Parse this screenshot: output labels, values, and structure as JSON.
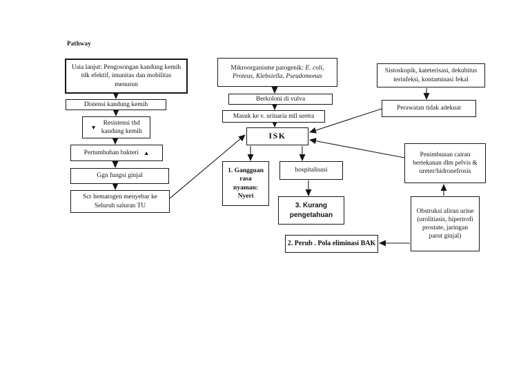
{
  "title": "Pathway",
  "colors": {
    "ink": "#111111",
    "background": "#ffffff"
  },
  "icons": {
    "triangle_down": "▼",
    "triangle_up": "▲"
  },
  "nodes": {
    "usia": {
      "text": "Usia lanjut: Pengosongan kandung kemih\ntdk efektif, imunitas dan mobilitas\nmenurun"
    },
    "distensi": {
      "text": "Distensi kandung kemih"
    },
    "resistensi": {
      "text": "Resistensi thd\nkandung kemih"
    },
    "bakteri": {
      "text": "Pertumbuhan bakteri"
    },
    "ggn": {
      "text": "Ggn fungsi ginjal"
    },
    "hematogen": {
      "text": "Scr hematogen menyebar ke\nSeluruh saluran TU"
    },
    "mikro": {
      "label": "Mikroorganisme patogenik: ",
      "species": "E. coli, Proteus, Klebsiella, Pseudomonas"
    },
    "berkoloni": {
      "text": "Berkoloni di vulva"
    },
    "masuk": {
      "text": "Masuk ke v. urinaria mll uretra"
    },
    "isk": {
      "text": "ISK"
    },
    "gangguan": {
      "text": "1. Gangguan\nrasa\nnyaman:\nNyeri"
    },
    "hospitalisasi": {
      "text": "hospitalisasi"
    },
    "kurang": {
      "text": "3. Kurang\npengetahuan"
    },
    "perub": {
      "text": "2. Perub . Pola eliminasi BAK"
    },
    "sistoskopik": {
      "text": "Sistoskopik, kateterisasi, dekubitus\nterinfeksi, kontaminasi fekal"
    },
    "perawatan": {
      "text": "Perawatan tidak adekuat"
    },
    "penimbunan": {
      "text": "Penimbunan cairan\nbertekanan dlm pelvis &\nureter/hidronefrosis"
    },
    "obstruksi": {
      "text": "Obstruksi aliran urine\n(urolitiasis, hipertrofi\nprostate, jaringan\nparut ginjal)"
    }
  }
}
